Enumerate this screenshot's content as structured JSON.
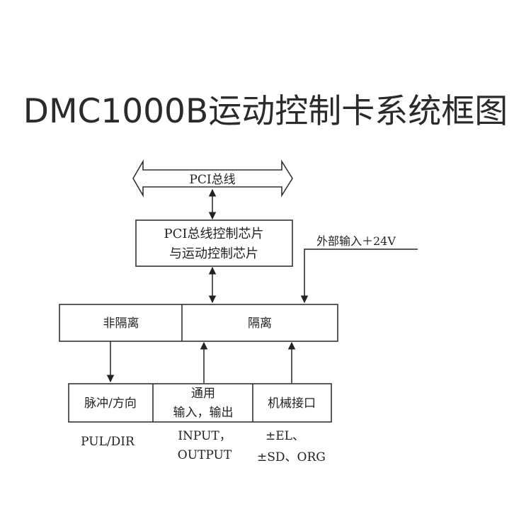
{
  "title": "DMC1000B运动控制卡系统框图",
  "pci_bus": "PCI总线",
  "chip": {
    "line1": "PCI总线控制芯片",
    "line2": "与运动控制芯片"
  },
  "external_input": "外部输入＋24V",
  "non_isolated": "非隔离",
  "isolated": "隔离",
  "pulse_dir": "脉冲/方向",
  "general_io": {
    "line1": "通用",
    "line2": "输入，输出"
  },
  "mech_interface": "机械接口",
  "captions": {
    "pul_dir": "PUL/DIR",
    "io_line1": "INPUT，",
    "io_line2": "OUTPUT",
    "mech_line1": "±EL、",
    "mech_line2": "±SD、ORG"
  },
  "colors": {
    "line": "#222222",
    "title": "#2b2b2b"
  }
}
